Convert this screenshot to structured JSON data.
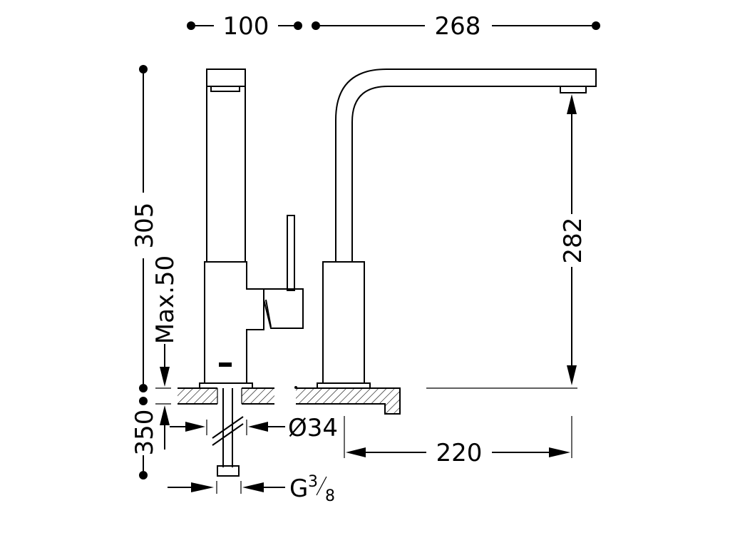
{
  "dimensions": {
    "base_to_spout_offset": "100",
    "spout_reach": "268",
    "total_height": "305",
    "max_deck_thickness": "Max.50",
    "below_deck_length": "350",
    "body_diameter": "Ø34",
    "connection_thread_main": "G",
    "connection_thread_numerator": "3",
    "connection_thread_denominator": "8",
    "spout_height": "282",
    "spout_projection": "220"
  },
  "colors": {
    "line": "#000000",
    "background": "#ffffff"
  }
}
